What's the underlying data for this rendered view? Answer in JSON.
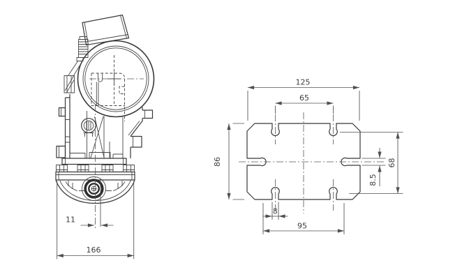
{
  "canvas": {
    "background": "#ffffff",
    "line_color": "#383838",
    "dim_color": "#4f4f4f",
    "text_color": "#3d3d3d"
  },
  "views": {
    "side_view": {
      "dims": {
        "hub_offset": "11",
        "overall_width": "166"
      }
    },
    "footprint_view": {
      "dims": {
        "overall_width": "125",
        "upper_slot_pitch": "65",
        "plate_height": "86",
        "slot_row_pitch": "68",
        "side_slot_width": "8.5",
        "slot_width": "8",
        "lower_slot_pitch": "95"
      }
    }
  }
}
